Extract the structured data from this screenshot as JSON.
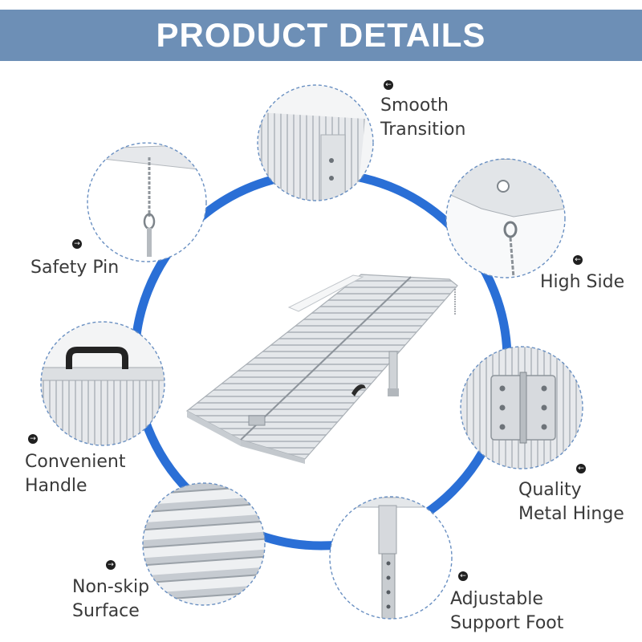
{
  "banner": {
    "title": "PRODUCT DETAILS",
    "color": "#6d8fb6"
  },
  "ring_color": "#2a6fd6",
  "features": [
    {
      "id": "smooth-transition",
      "lines": [
        "Smooth",
        "Transition"
      ],
      "arrow": "left-arrow-icon"
    },
    {
      "id": "safety-pin",
      "lines": [
        "Safety Pin"
      ],
      "arrow": "right-arrow-icon"
    },
    {
      "id": "high-side",
      "lines": [
        "High Side"
      ],
      "arrow": "left-arrow-icon"
    },
    {
      "id": "convenient-handle",
      "lines": [
        "Convenient",
        "Handle"
      ],
      "arrow": "right-arrow-icon"
    },
    {
      "id": "quality-metal-hinge",
      "lines": [
        "Quality",
        "Metal Hinge"
      ],
      "arrow": "left-arrow-icon"
    },
    {
      "id": "non-skip-surface",
      "lines": [
        "Non-skip",
        "Surface"
      ],
      "arrow": "right-arrow-icon"
    },
    {
      "id": "adjustable-support-foot",
      "lines": [
        "Adjustable",
        "Support Foot"
      ],
      "arrow": "left-arrow-icon"
    }
  ]
}
